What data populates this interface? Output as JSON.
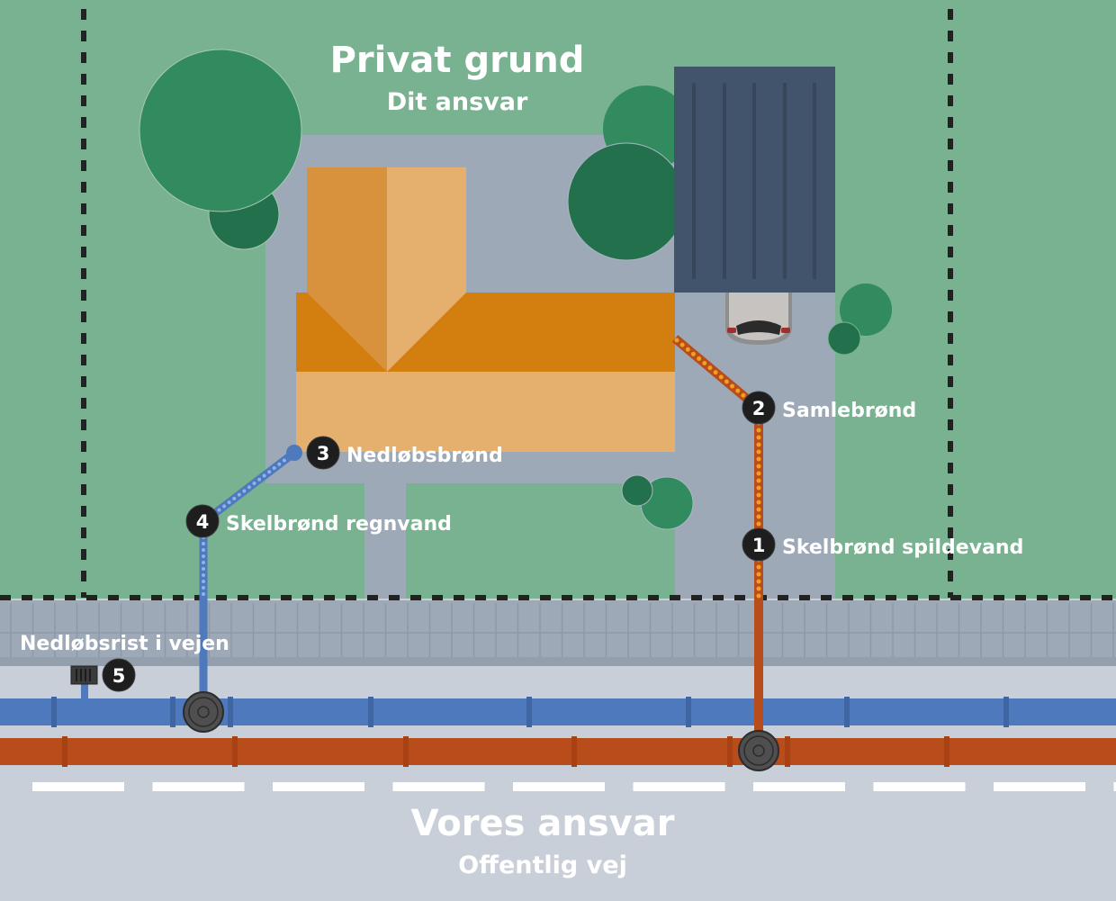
{
  "title": {
    "private_heading": "Privat grund",
    "private_subheading": "Dit ansvar",
    "public_heading": "Vores ansvar",
    "public_subheading": "Offentlig vej"
  },
  "markers": [
    {
      "number": "1",
      "label": "Skelbrønd spildevand",
      "pipe": "wastewater"
    },
    {
      "number": "2",
      "label": "Samlebrønd",
      "pipe": "wastewater"
    },
    {
      "number": "3",
      "label": "Nedløbsbrønd",
      "pipe": "rainwater"
    },
    {
      "number": "4",
      "label": "Skelbrønd regnvand",
      "pipe": "rainwater"
    },
    {
      "number": "5",
      "label": "Nedløbsrist i vejen",
      "pipe": "rainwater"
    }
  ],
  "legend_colors": {
    "rainwater_pipe": "#4e79bc",
    "wastewater_pipe": "#b84c1a",
    "wastewater_dots": "#f0a020",
    "private_lawn": "#79b290",
    "driveway": "#9ea9b8",
    "road": "#c9cfd8",
    "sidewalk": "#9ea9b8",
    "house_roof_dark": "#d37f10",
    "house_roof_light": "#e5b06e",
    "garage": "#42546c",
    "tree_light": "#318b5e",
    "tree_dark": "#23714c",
    "boundary_line": "#222222",
    "marker_badge": "#1e1e1e"
  },
  "icons": {
    "manhole": "manhole-icon",
    "drain_grate": "drain-grate-icon",
    "car": "car-icon",
    "tree": "tree-icon",
    "house": "house-icon",
    "garage": "garage-icon"
  }
}
